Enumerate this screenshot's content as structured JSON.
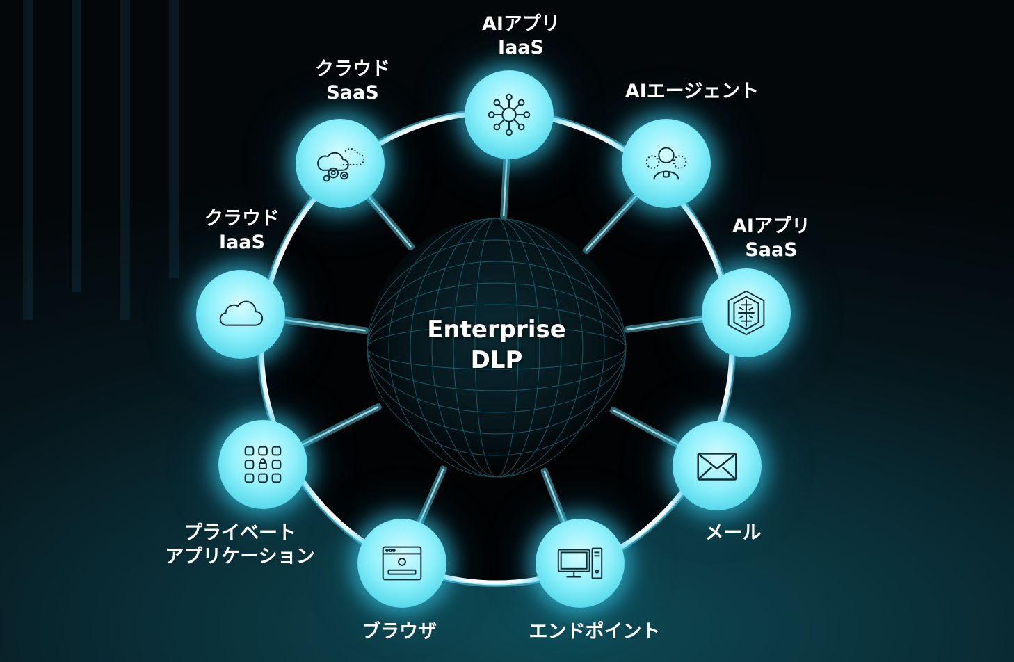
{
  "center": {
    "line1": "Enterprise",
    "line2": "DLP"
  },
  "nodes": [
    {
      "id": "ai-app-iaas",
      "icon": "network-hub-icon",
      "label_lines": [
        "AIアプリ",
        "IaaS"
      ]
    },
    {
      "id": "ai-agent",
      "icon": "agent-person-icon",
      "label_lines": [
        "AIエージェント"
      ]
    },
    {
      "id": "ai-app-saas",
      "icon": "ai-chip-icon",
      "label_lines": [
        "AIアプリ",
        "SaaS"
      ]
    },
    {
      "id": "mail",
      "icon": "envelope-icon",
      "label_lines": [
        "メール"
      ]
    },
    {
      "id": "endpoint",
      "icon": "desktop-computer-icon",
      "label_lines": [
        "エンドポイント"
      ]
    },
    {
      "id": "browser",
      "icon": "browser-window-icon",
      "label_lines": [
        "ブラウザ"
      ]
    },
    {
      "id": "private-app",
      "icon": "app-grid-lock-icon",
      "label_lines": [
        "プライベート",
        "アプリケーション"
      ]
    },
    {
      "id": "cloud-iaas",
      "icon": "cloud-icon",
      "label_lines": [
        "クラウド",
        "IaaS"
      ]
    },
    {
      "id": "cloud-saas",
      "icon": "cloud-gears-icon",
      "label_lines": [
        "クラウド",
        "SaaS"
      ]
    }
  ],
  "colors": {
    "accent": "#2fc9e0",
    "ring": "#ffffff",
    "glow": "#3cd2f0",
    "background": "#06161c"
  }
}
